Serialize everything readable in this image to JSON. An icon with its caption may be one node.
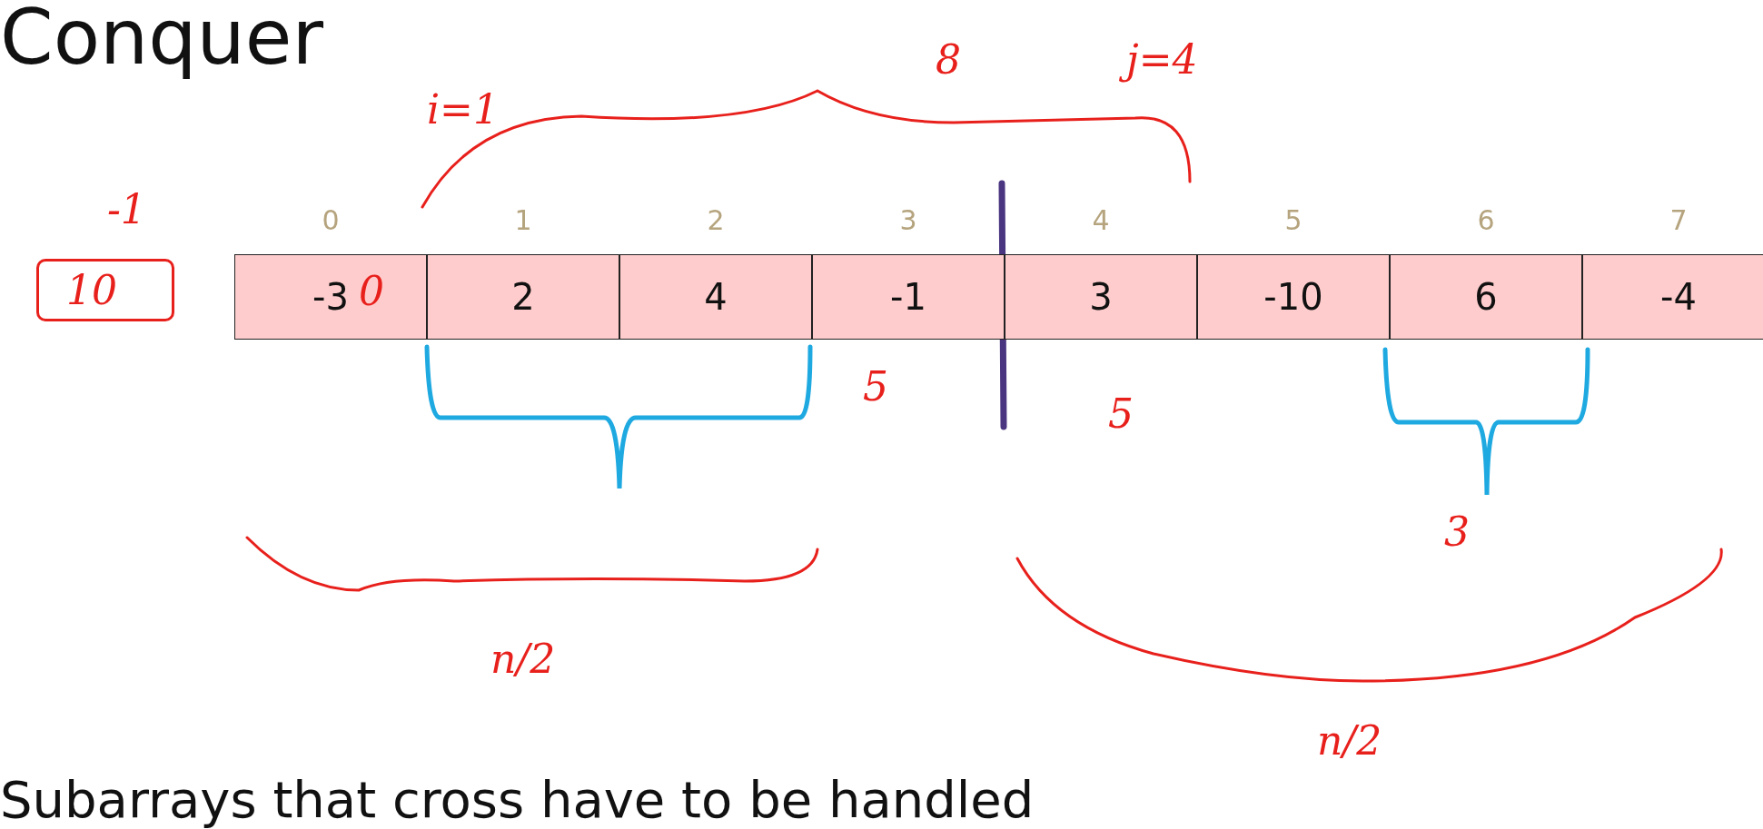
{
  "diagram": {
    "title": "Conquer",
    "caption": "Subarrays that cross have to be handled",
    "nodes": [
      {
        "text": [
          "-3"
        ],
        "beside": [
          "0"
        ]
      },
      {
        "text": [
          "2"
        ],
        "beside": [
          "1"
        ]
      },
      {
        "text": [
          "4"
        ],
        "beside": [
          "2"
        ]
      },
      {
        "text": [
          "-1"
        ],
        "beside": [
          "3"
        ]
      },
      {
        "text": [
          "3"
        ],
        "beside": [
          "4"
        ]
      },
      {
        "text": [
          "-10"
        ],
        "beside": [
          "5"
        ]
      },
      {
        "text": [
          "6"
        ],
        "beside": [
          "6"
        ]
      },
      {
        "text": [
          "-4"
        ],
        "beside": [
          "7"
        ]
      },
      {
        "text": [
          "10"
        ]
      }
    ],
    "edges": [],
    "labels": [
      "-1",
      "i=1",
      "8",
      "j=4",
      "0",
      "5",
      "5",
      "3",
      "n/2",
      "n/2"
    ]
  }
}
